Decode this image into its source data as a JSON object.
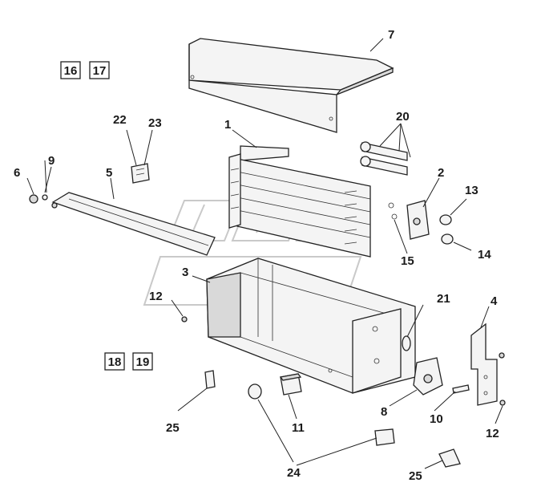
{
  "callouts": {
    "c1": "1",
    "c2": "2",
    "c3": "3",
    "c4": "4",
    "c5": "5",
    "c6": "6",
    "c7": "7",
    "c8": "8",
    "c9": "9",
    "c10": "10",
    "c11": "11",
    "c12a": "12",
    "c12b": "12",
    "c13": "13",
    "c14": "14",
    "c15": "15",
    "c20": "20",
    "c21": "21",
    "c22": "22",
    "c23": "23",
    "c24": "24",
    "c25a": "25",
    "c25b": "25"
  },
  "boxes": {
    "b16": "16",
    "b17": "17",
    "b18": "18",
    "b19": "19"
  },
  "colors": {
    "line": "#222222",
    "watermark": "#c9c9c9",
    "fill": "#f4f4f4"
  }
}
